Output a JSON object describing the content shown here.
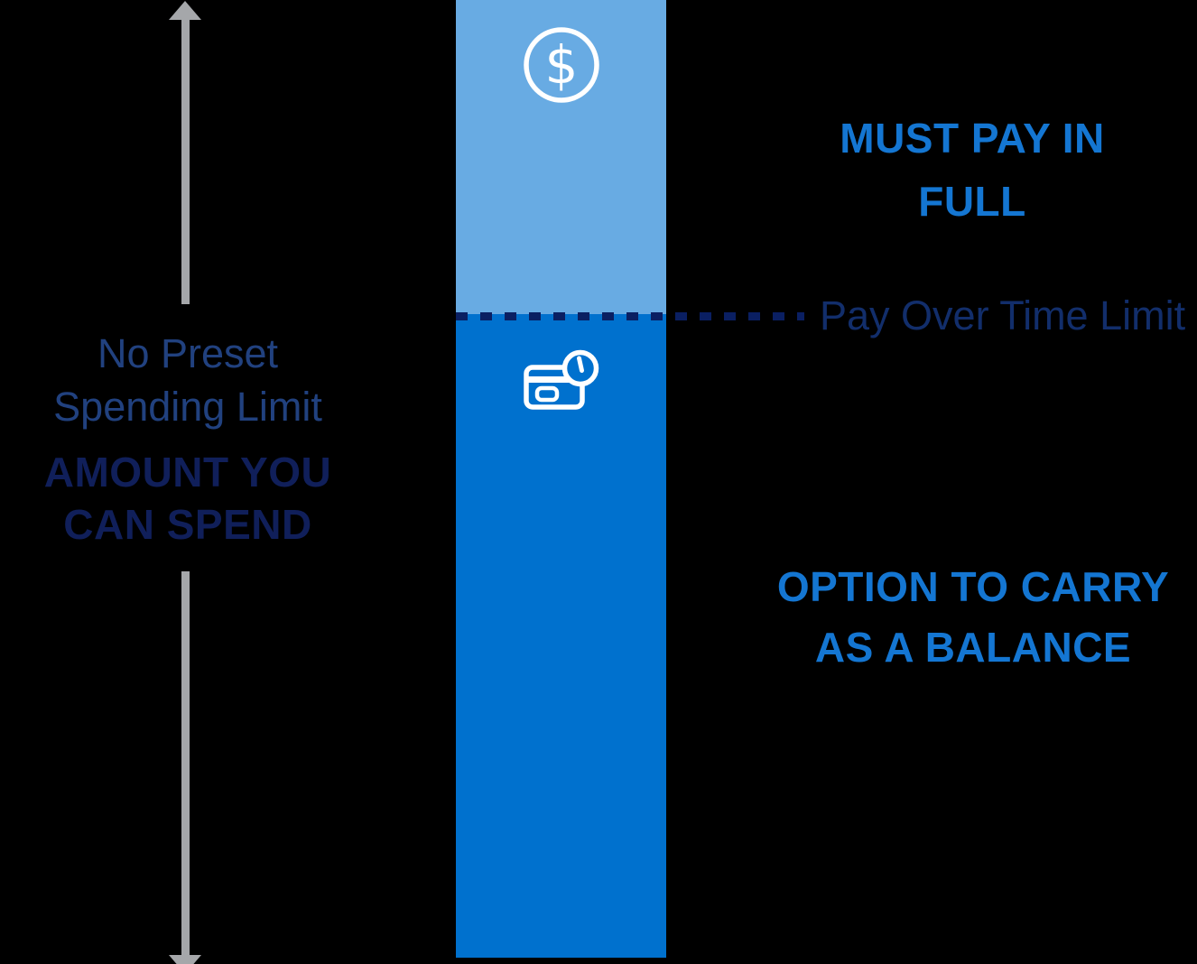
{
  "colors": {
    "background": "#000000",
    "bar_top_light_blue": "#68ABE3",
    "bar_bottom_blue": "#0071CE",
    "annotation_blue": "#1476D2",
    "axis_subtitle_navy": "#21417F",
    "axis_title_navy": "#101F5A",
    "dashed_line_navy": "#0A1F62",
    "limit_label_navy": "#122E6B",
    "arrow_gray": "#A5A7AA",
    "icon_white": "#FFFFFF"
  },
  "left_axis": {
    "subtitle": {
      "line1": "No Preset",
      "line2": "Spending Limit"
    },
    "title": {
      "line1": "AMOUNT YOU",
      "line2": "CAN SPEND"
    }
  },
  "bar": {
    "top_segment": {
      "icon": "dollar-circle-icon",
      "annotation": {
        "line1": "MUST PAY IN",
        "line2": "FULL"
      }
    },
    "divider": {
      "label": "Pay Over Time Limit"
    },
    "bottom_segment": {
      "icon": "card-clock-icon",
      "annotation": {
        "line1": "OPTION TO CARRY",
        "line2": "AS A BALANCE"
      }
    }
  },
  "icons": {
    "dollar_symbol": "$"
  }
}
